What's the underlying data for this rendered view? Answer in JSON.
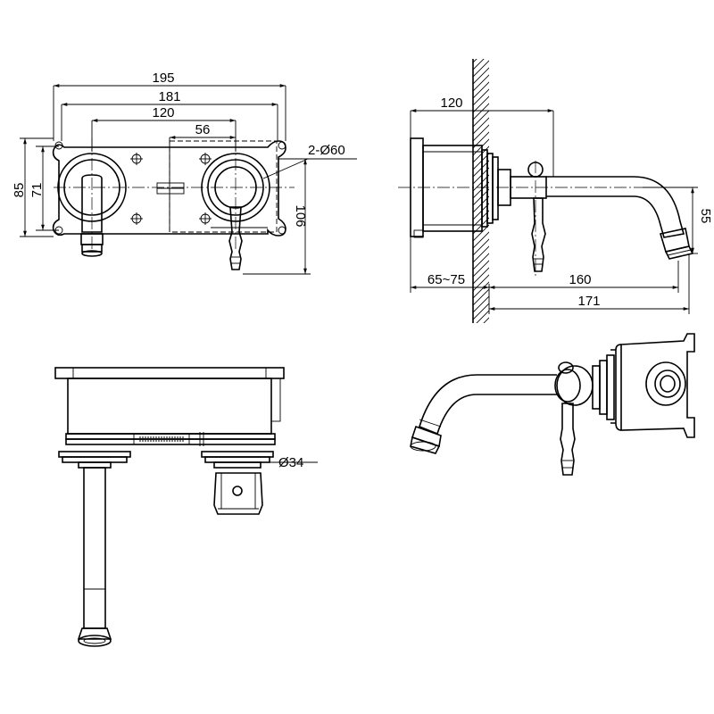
{
  "front_view": {
    "dim_overall_width": "195",
    "dim_inner_width": "181",
    "dim_center_distance": "120",
    "dim_handle_offset": "56",
    "dim_holes": "2-Ø60",
    "dim_height_outer": "85",
    "dim_height_inner": "71",
    "dim_height_total": "106"
  },
  "side_view": {
    "dim_depth": "120",
    "dim_wall_range": "65~75",
    "dim_spout_reach": "160",
    "dim_total_reach": "171",
    "dim_spout_height": "55"
  },
  "top_view": {
    "dim_diameter": "Ø34"
  }
}
